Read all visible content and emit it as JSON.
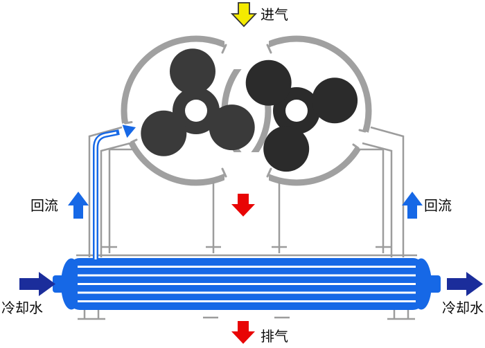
{
  "diagram": {
    "labels": {
      "intake": "进气",
      "exhaust": "排气",
      "backflow": "回流",
      "cooling_water": "冷却水"
    },
    "colors": {
      "intake_arrow": "#f4ea00",
      "discharge_arrow": "#e80505",
      "exhaust_arrow": "#e80505",
      "backflow_arrow": "#1668e6",
      "cooling_water_arrow": "#1b2d9b",
      "cooler_body": "#1668e6",
      "return_pipe": "#1668e6",
      "casing": "#a0a0a0",
      "structure": "#9c9c9c",
      "rotor_left": "#3a3a3a",
      "rotor_right": "#2b2b2b"
    },
    "icons": {
      "intake_arrow": "arrow-down",
      "discharge_arrow": "arrow-down",
      "exhaust_arrow": "arrow-down",
      "backflow_arrow": "arrow-up",
      "cooling_water_arrow": "arrow-right",
      "return_pipe_arrow": "arrow-up-right"
    }
  }
}
